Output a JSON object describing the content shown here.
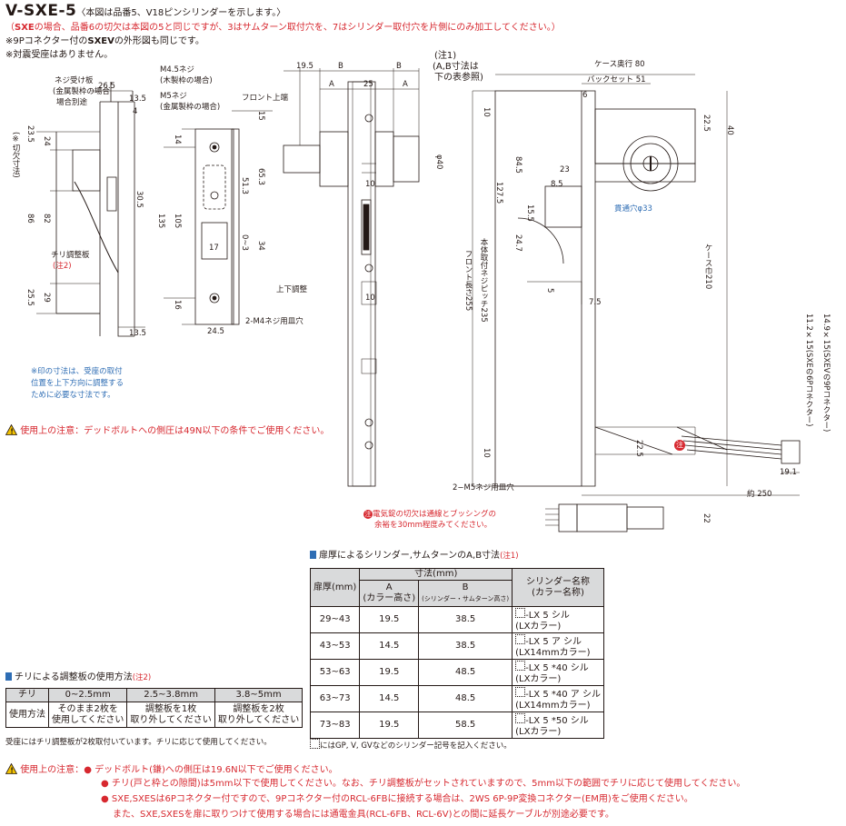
{
  "header": {
    "title": "V-SXE-5",
    "subtitle": "〈本図は品番5、V18ピンシリンダーを示します。〉",
    "note_red_prefix": "（",
    "note_red_bold": "SXE",
    "note_red_text": "の場合、品番6の切欠は本図の5と同じですが、3はサムターン取付穴を、7はシリンダー取付穴を片側にのみ加工してください。）",
    "note2_prefix": "※9Pコネクター付の",
    "note2_bold": "SXEV",
    "note2_text": "の外形図も同じです。",
    "note3": "※対震受座はありません。"
  },
  "left_drawing": {
    "screw_label1": "ネジ受け板",
    "screw_label2": "(金属製枠の場合",
    "screw_label3": "場合別途",
    "m45": "M4.5ネジ",
    "m45_sub": "(木製枠の場合)",
    "m5": "M5ネジ",
    "m5_sub": "(金属製枠の場合)",
    "d265": "26.5",
    "d135a": "13.5",
    "d4": "4",
    "d235": "23.5",
    "d24": "24",
    "d86": "86",
    "d82": "82",
    "d305": "30.5",
    "d255": "25.5",
    "d29": "29",
    "d135b": "13.5",
    "cut_label": "(※切欠寸法)",
    "chiri_label": "チリ調整板",
    "chiri_note": "(注2)",
    "d14": "14",
    "d105": "105",
    "d135": "135",
    "d513": "51.3",
    "d653": "65.3",
    "d17": "17",
    "d03": "0~3",
    "d34": "34",
    "d16": "16",
    "d245": "24.5",
    "d15": "15",
    "front_top": "フロント上端",
    "updown": "上下調整",
    "m4_hole": "2-M4ネジ用皿穴",
    "note_a": "※印の寸法は、受座の取付",
    "note_b": "位置を上下方向に調整する",
    "note_c": "ために必要な寸法です。"
  },
  "center_drawing": {
    "d195": "19.5",
    "dB1": "B",
    "dB2": "B",
    "dA1": "A",
    "d25": "25",
    "dA2": "A",
    "phi40": "φ40",
    "d10a": "10",
    "d10b": "10",
    "note1": "(注1)",
    "note1_a": "(A,B寸法は",
    "note1_b": "下の表参照)",
    "m5_hole": "2−M5ネジ用皿穴"
  },
  "right_drawing": {
    "case_depth": "ケース奥行  80",
    "backset": "バックセット 51",
    "d6": "6",
    "d10a": "10",
    "d225a": "22.5",
    "d40": "40",
    "d23": "23",
    "d85": "8.5",
    "d845": "84.5",
    "d1275": "127.5",
    "d155": "15.5",
    "d247": "24.7",
    "d5": "5",
    "d75": "7.5",
    "through_hole": "貫通穴φ33",
    "front_len": "フロント長さ255",
    "body_pitch": "本体取付ネジピッチ235",
    "case_w": "ケース巾210",
    "d10b": "10",
    "d225b": "22.5",
    "d191": "19.1",
    "d250": "約  250",
    "d22": "22",
    "conn6p": "11.2×15(SXEの6Pコネクター)",
    "conn9p": "14.9×15(SXEVの9Pコネクター)",
    "wire_note1": "電気錠の切欠は通線とブッシングの",
    "wire_note2": "余裕を30mm程度みてください。",
    "note_mark": "注"
  },
  "caution1": "使用上の注意：デッドボルトへの側圧は49N以下の条件でご使用ください。",
  "table_cyl": {
    "title": "扉厚によるシリンダー,サムターンのA,B寸法",
    "title_note": "(注1)",
    "h_door": "扉厚(mm)",
    "h_dim": "寸法(mm)",
    "h_a": "A",
    "h_a_sub": "(カラー高さ)",
    "h_b": "B",
    "h_b_sub": "(シリンダー・サムターン高さ)",
    "h_name": "シリンダー名称",
    "h_name_sub": "(カラー名称)",
    "rows": [
      {
        "door": "29~43",
        "a": "19.5",
        "b": "38.5",
        "name1": "-LX 5 シル",
        "name2": "(LXカラー)"
      },
      {
        "door": "43~53",
        "a": "14.5",
        "b": "38.5",
        "name1": "-LX 5 ア シル",
        "name2": "(LX14mmカラー)"
      },
      {
        "door": "53~63",
        "a": "19.5",
        "b": "48.5",
        "name1": "-LX 5 *40 シル",
        "name2": "(LXカラー)"
      },
      {
        "door": "63~73",
        "a": "14.5",
        "b": "48.5",
        "name1": "-LX 5 *40 ア シル",
        "name2": "(LX14mmカラー)"
      },
      {
        "door": "73~83",
        "a": "19.5",
        "b": "58.5",
        "name1": "-LX 5 *50 シル",
        "name2": "(LXカラー)"
      }
    ],
    "footnote": "にはGP, V, GVなどのシリンダー記号を記入ください。"
  },
  "table_chiri": {
    "title": "チリによる調整板の使用方法",
    "title_note": "(注2)",
    "h_chiri": "チリ",
    "h1": "0~2.5mm",
    "h2": "2.5~3.8mm",
    "h3": "3.8~5mm",
    "r_label": "使用方法",
    "c1a": "そのまま2枚を",
    "c1b": "使用してください",
    "c2a": "調整板を1枚",
    "c2b": "取り外してください",
    "c3a": "調整板を2枚",
    "c3b": "取り外してください",
    "footnote": "受座にはチリ調整板が2枚取付いています。チリに応じて使用してください。"
  },
  "bottom_caution": {
    "label": "使用上の注意：",
    "item1": "デッドボルト(鎌)への側圧は19.6N以下でご使用ください。",
    "item2": "チリ(戸と枠との隙間)は5mm以下で使用してください。なお、チリ調整板がセットされていますので、5mm以下の範囲でチリに応じて使用してください。",
    "item3": "SXE,SXESは6Pコネクター付ですので、9Pコネクター付のRCL-6FBに接続する場合は、2WS 6P-9P変換コネクター(EM用)をご使用ください。",
    "item3b": "また、SXE,SXESを扉に取りつけて使用する場合には通電金具(RCL-6FB、RCL-6V)との間に延長ケーブルが別途必要です。"
  },
  "colors": {
    "red": "#d7282f",
    "blue": "#2e6db4",
    "line": "#231815",
    "header": "#d9dadb"
  }
}
